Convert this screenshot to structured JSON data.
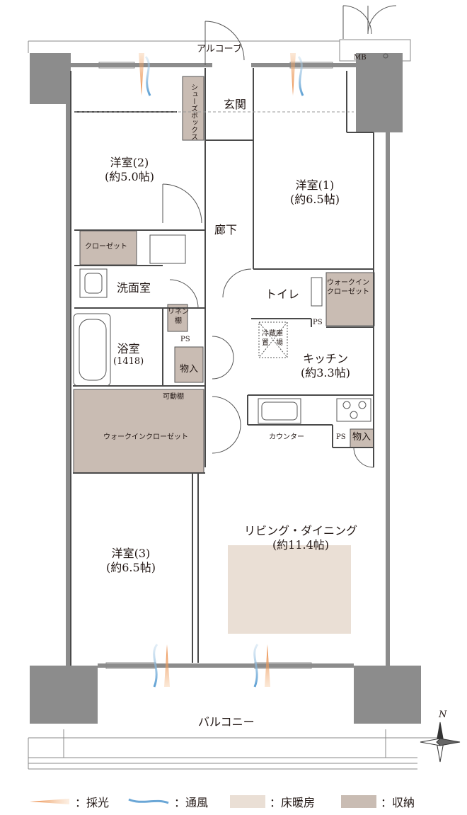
{
  "rooms": {
    "alcove": "アルコーブ",
    "mb": "MB",
    "genkan": "玄関",
    "shoes_box": "シューズボックス",
    "western2": {
      "name": "洋室(2)",
      "size": "(約5.0帖)"
    },
    "western1": {
      "name": "洋室(1)",
      "size": "(約6.5帖)"
    },
    "corridor": "廊下",
    "closet": "クローゼット",
    "washroom": "洗面室",
    "toilet": "トイレ",
    "wic_small": {
      "line1": "ウォークイン",
      "line2": "クローゼット"
    },
    "linen": {
      "line1": "リネン",
      "line2": "棚"
    },
    "fridge": {
      "line1": "冷蔵庫",
      "line2": "置　場"
    },
    "bath": {
      "name": "浴室",
      "size": "(1418)"
    },
    "kitchen": {
      "name": "キッチン",
      "size": "(約3.3帖)"
    },
    "storage": "物入",
    "storage2": "物入",
    "movable_shelf": "可動棚",
    "wic_large": "ウォークインクローゼット",
    "counter": "カウンター",
    "ps1": "PS",
    "ps2": "PS",
    "ps3": "PS",
    "living": {
      "name": "リビング・ダイニング",
      "size": "(約11.4帖)"
    },
    "western3": {
      "name": "洋室(3)",
      "size": "(約6.5帖)"
    },
    "balcony": "バルコニー",
    "north": "N"
  },
  "legend": [
    {
      "key": "light",
      "label": "：採光",
      "color": "#e8823a"
    },
    {
      "key": "wind",
      "label": "：通風",
      "color": "#6aa6d6"
    },
    {
      "key": "floor_heating",
      "label": "：床暖房",
      "color": "#eadfd5"
    },
    {
      "key": "storage",
      "label": "：収納",
      "color": "#c9bcb3"
    }
  ]
}
